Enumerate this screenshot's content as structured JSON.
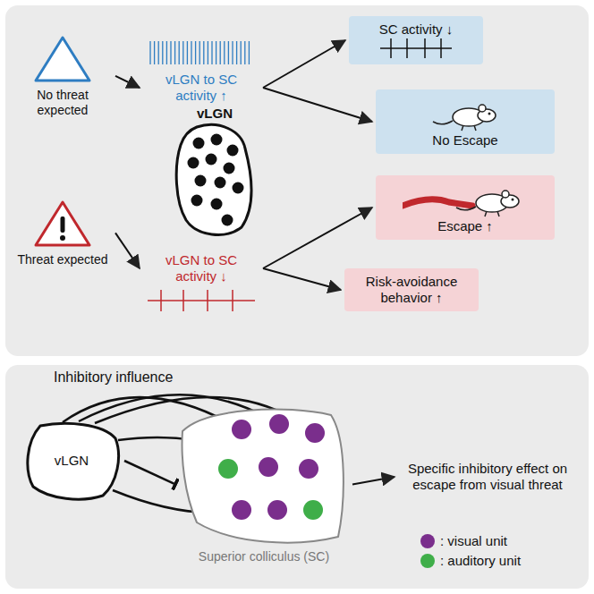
{
  "diagram": {
    "nodes": [
      {
        "text": [
          "No threat expected"
        ]
      },
      {
        "text": [
          "Threat expected"
        ]
      },
      {
        "text": [
          "vLGN to SC activity ↑"
        ]
      },
      {
        "text": [
          "vLGN to SC activity ↓"
        ]
      },
      {
        "text": [
          "vLGN"
        ]
      },
      {
        "text": [
          "SC activity ↓"
        ]
      },
      {
        "text": [
          "No Escape"
        ]
      },
      {
        "text": [
          "Escape ↑"
        ]
      },
      {
        "text": [
          "Risk-avoidance behavior ↑"
        ]
      },
      {
        "text": [
          "vLGN"
        ]
      },
      {
        "text": [
          "Superior colliculus (SC)"
        ]
      },
      {
        "text": [
          "Specific inhibitory effect on escape from visual threat"
        ]
      }
    ],
    "edges": [
      {
        "from": 0,
        "to": 2,
        "arrow": "to"
      },
      {
        "from": 1,
        "to": 3,
        "arrow": "to"
      },
      {
        "from": 2,
        "to": 5,
        "arrow": "to"
      },
      {
        "from": 2,
        "to": 6,
        "arrow": "to"
      },
      {
        "from": 3,
        "to": 7,
        "arrow": "to"
      },
      {
        "from": 3,
        "to": 8,
        "arrow": "to"
      },
      {
        "from": 9,
        "to": 10,
        "arrow": "to"
      },
      {
        "from": 10,
        "to": 11,
        "arrow": "to"
      }
    ],
    "labels": [
      "Inhibitory influence"
    ],
    "legend": [
      {
        "text": ": visual unit",
        "color": "#7a2e8c"
      },
      {
        "text": ": auditory unit",
        "color": "#3fae49"
      }
    ]
  }
}
